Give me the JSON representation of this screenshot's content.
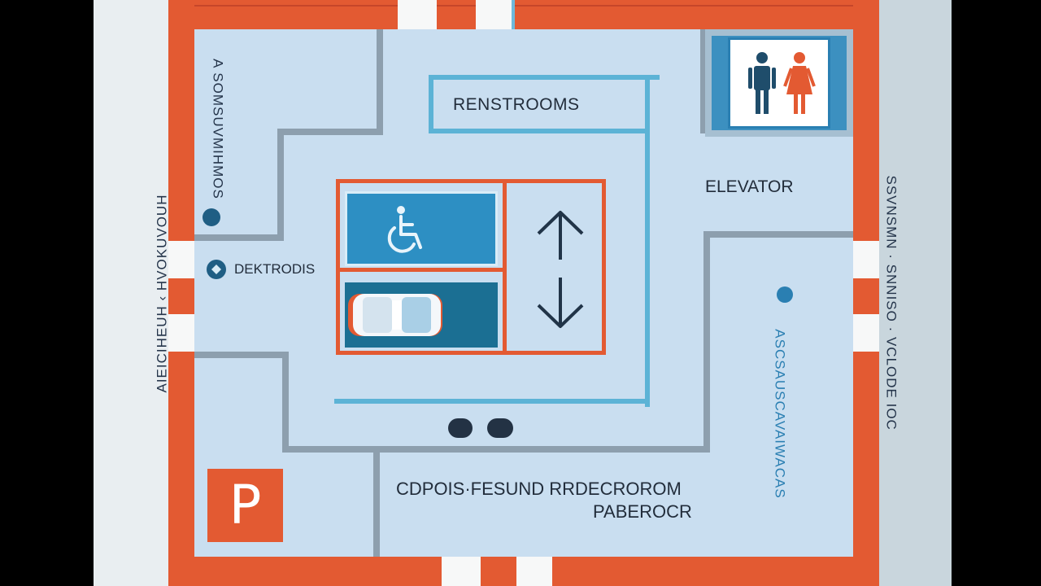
{
  "labels": {
    "restrooms": "RENSTROOMS",
    "elevator": "ELEVATOR",
    "left_entry": "DEKTRODIS",
    "bottom_line1": "CDPOIS·FESUND RRDECROROM",
    "bottom_line2": "PABEROCR",
    "parking": "P"
  },
  "side_text": {
    "outer_left": "AIEICIHEUH ‹ HVOKUVOUH",
    "inner_left": "A SOMSUVMIHMOS",
    "outer_right": "SSVNSMN · SNNISO · VCLODE IOC",
    "inner_right": "ASCSAUSCAVAIWACAS"
  },
  "icons": {
    "restroom_sign": "man-woman-restroom-icon",
    "accessible": "wheelchair-icon",
    "vehicle": "car-icon",
    "elevator": "up-down-arrows-icon",
    "parking": "parking-icon"
  },
  "colors": {
    "outer_wall": "#e35a32",
    "inner_wall": "#8d9fae",
    "blue_accent": "#5cb3d6",
    "floor": "#c9def0",
    "sign_blue": "#2d8fc3",
    "man_figure": "#1f4d6b",
    "woman_figure": "#e35a32"
  }
}
